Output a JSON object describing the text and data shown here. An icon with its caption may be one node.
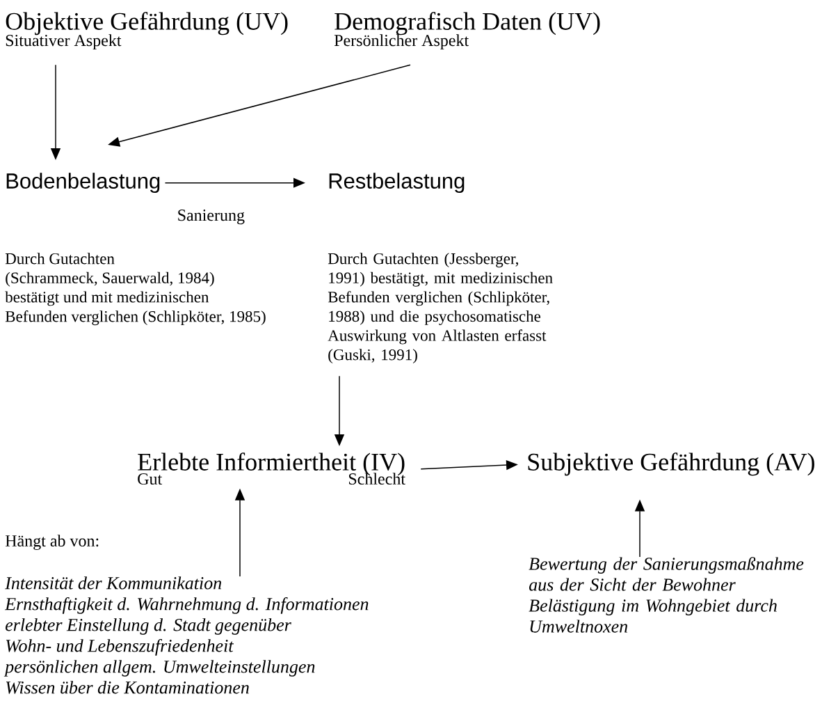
{
  "diagram": {
    "nodes": [
      {
        "text": [
          "Objektive Gefährdung (UV)",
          "Situativer Aspekt"
        ]
      },
      {
        "text": [
          "Demografisch Daten (UV)",
          "Persönlicher Aspekt"
        ]
      },
      {
        "text": [
          "Bodenbelastung"
        ]
      },
      {
        "text": [
          "Restbelastung"
        ]
      },
      {
        "text": [
          "Durch Gutachten (Jessberger, 1991) bestätigt, mit medizinischen Befunden verglichen (Schlipköter, 1988) und die psychosomatische Auswirkung von Altlasten erfasst (Guski, 1991)"
        ]
      },
      {
        "text": [
          "Erlebte Informiertheit (IV)",
          "Gut",
          "Schlecht"
        ]
      },
      {
        "text": [
          "Subjektive Gefährdung (AV)"
        ]
      },
      {
        "text": [
          "Intensität der Kommunikation",
          "Ernsthaftigkeit d. Wahrnehmung d. Informationen",
          "erlebter Einstellung d. Stadt gegenüber",
          "Wohn- und Lebenszufriedenheit",
          "persönlichen allgem. Umwelteinstellungen",
          "Wissen über die Kontaminationen"
        ]
      },
      {
        "text": [
          "Bewertung der Sanierungsmaßnahme aus der Sicht der Bewohner",
          "Belästigung im Wohngebiet durch Umweltnoxen"
        ]
      }
    ],
    "edges": [
      {
        "from": 0,
        "to": 2,
        "arrow": "to"
      },
      {
        "from": 1,
        "to": 2,
        "arrow": "to"
      },
      {
        "from": 2,
        "to": 3,
        "arrow": "to",
        "label": "Sanierung"
      },
      {
        "from": 4,
        "to": 5,
        "arrow": "to"
      },
      {
        "from": 5,
        "to": 6,
        "arrow": "to"
      },
      {
        "from": 7,
        "to": 5,
        "arrow": "to"
      },
      {
        "from": 8,
        "to": 6,
        "arrow": "to"
      }
    ],
    "labels": [
      "Durch Gutachten",
      "(Schrammeck, Sauerwald, 1984)",
      "bestätigt und mit medizinischen",
      "Befunden verglichen (Schlipköter, 1985)",
      "Hängt ab von:"
    ]
  }
}
